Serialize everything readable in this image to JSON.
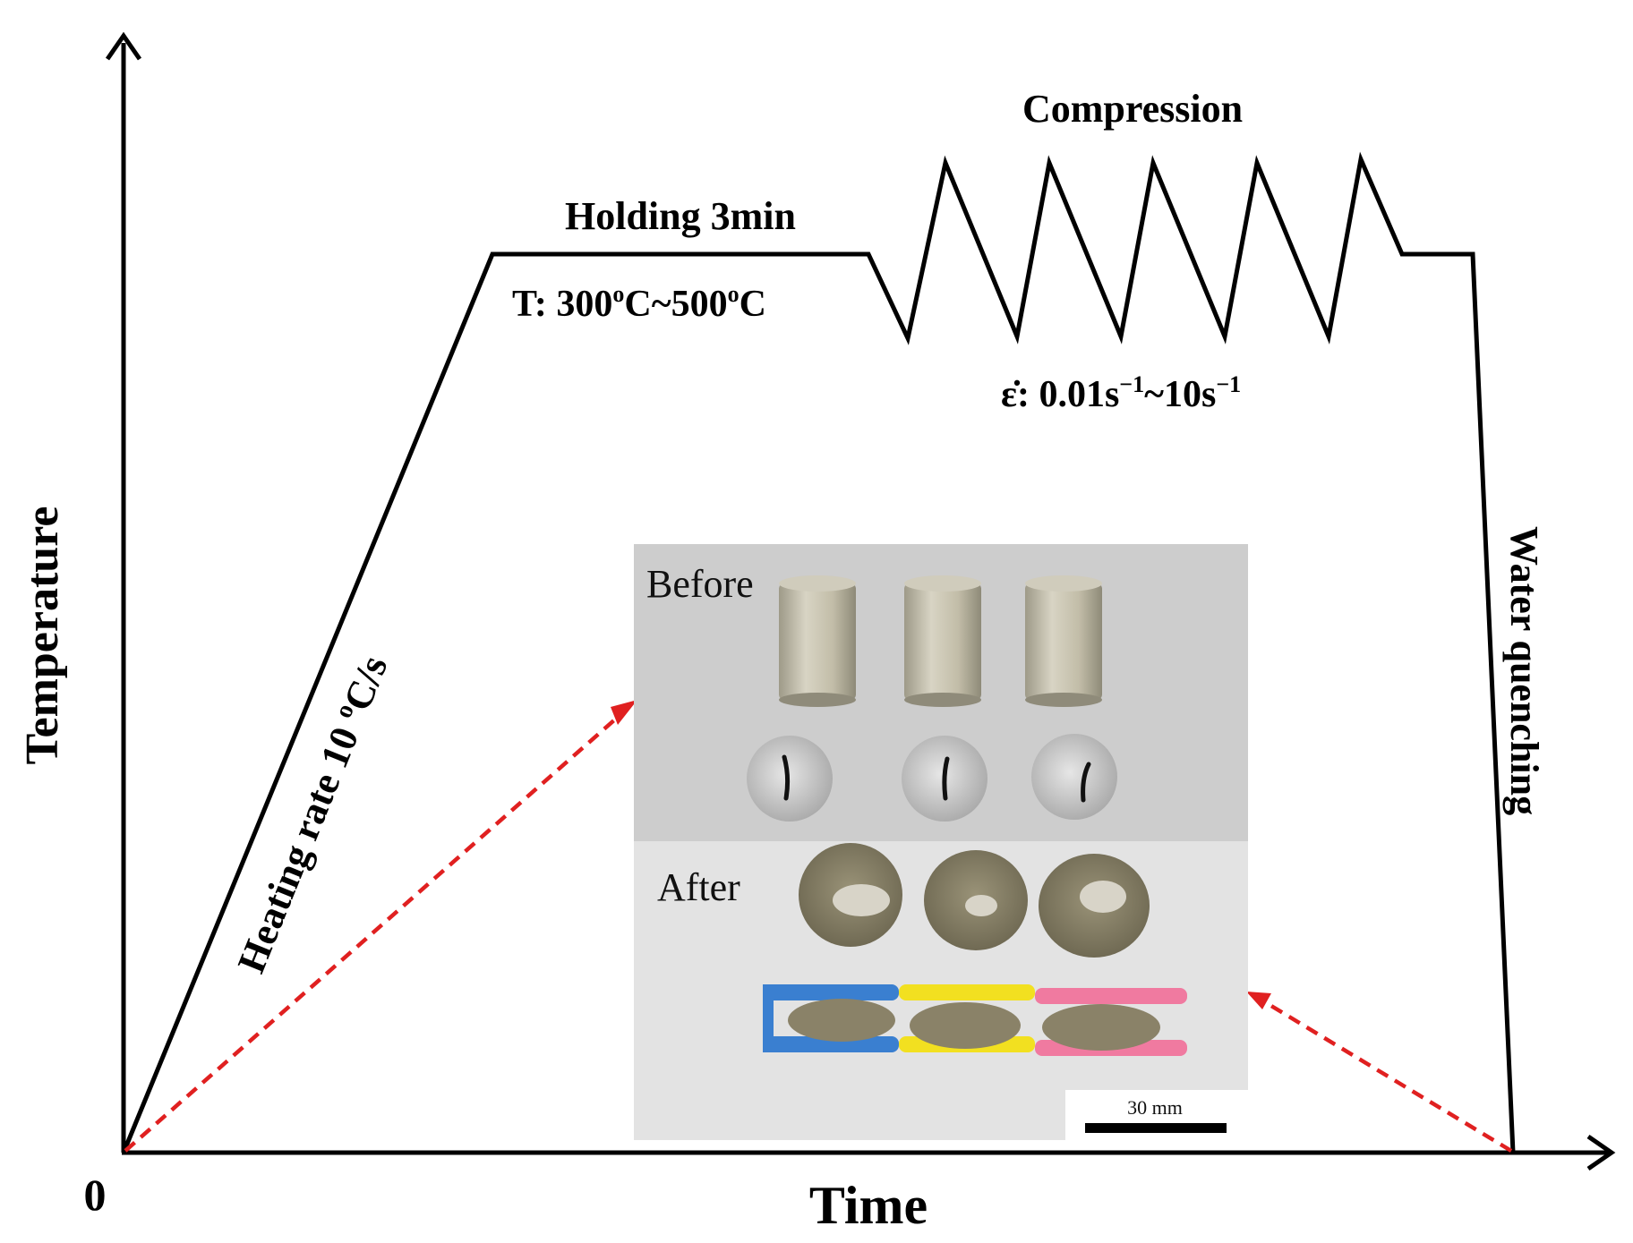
{
  "axes": {
    "y_label": "Temperature",
    "x_label": "Time",
    "origin_label": "0"
  },
  "stages": {
    "heating": {
      "label_prefix": "Heating rate 10 ",
      "label_sup": "o",
      "label_suffix": "C/s"
    },
    "holding": {
      "label": "Holding 3min",
      "temp_prefix": "T: 300",
      "temp_sup1": "o",
      "temp_mid": "C~500",
      "temp_sup2": "o",
      "temp_suffix": "C"
    },
    "compression": {
      "label": "Compression",
      "rate_symbol": "ε̇",
      "rate_text1": ": 0.01s",
      "rate_sup1": "−1",
      "rate_text2": "~10s",
      "rate_sup2": "−1"
    },
    "quench": {
      "label": "Water quenching"
    }
  },
  "photo": {
    "before_label": "Before",
    "after_label": "After",
    "scale_bar_label": "30 mm"
  },
  "colors": {
    "line": "#000000",
    "arrow": "#e02020",
    "photo_bg_top": "#d9d9d9",
    "photo_bg_bottom": "#e4e4e4",
    "specimen_metal": "#c8c3b0",
    "specimen_compressed": "#8a8268",
    "tube_blue": "#3a7fd0",
    "tube_yellow": "#f2e020",
    "tube_pink": "#f07aa0"
  }
}
